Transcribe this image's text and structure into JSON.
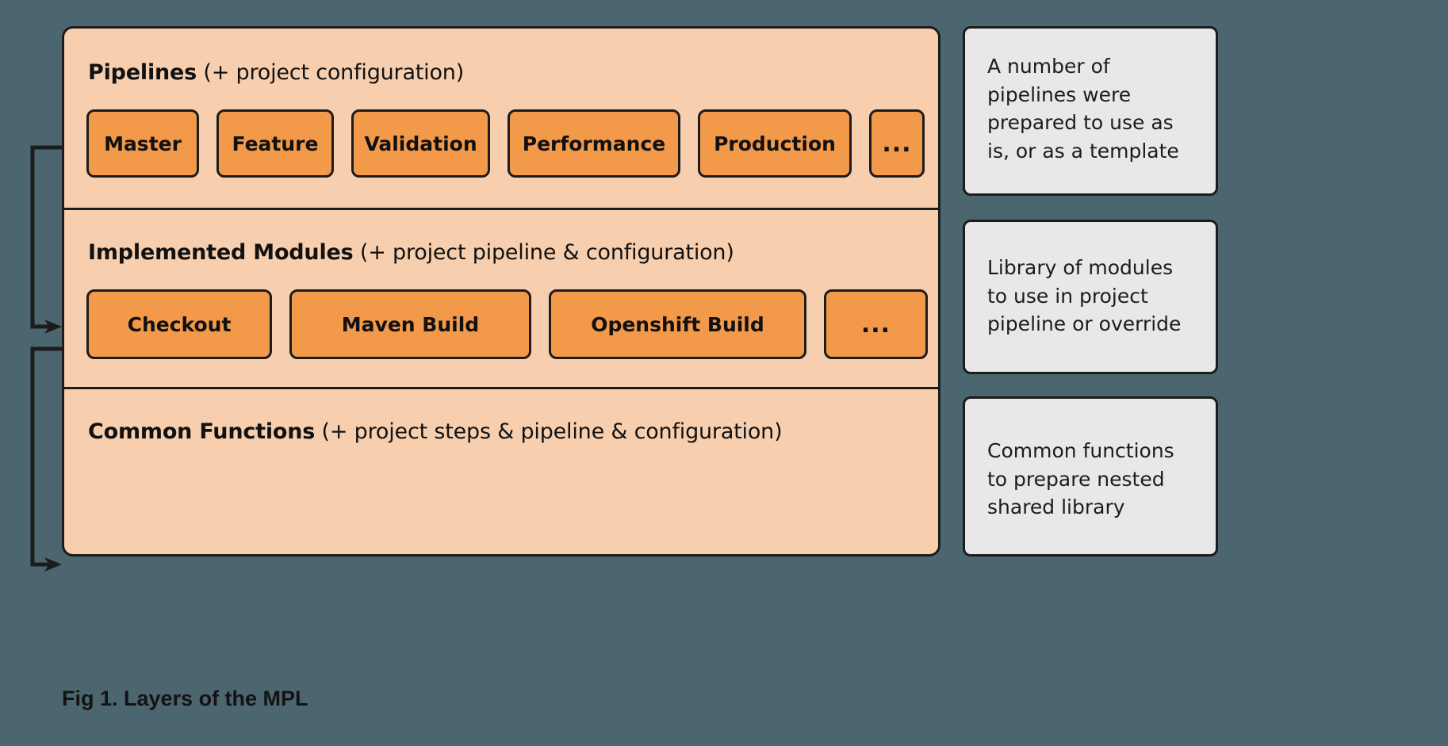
{
  "figure": {
    "caption": "Fig 1. Layers of the MPL",
    "background_color": "#4c6670",
    "panel_color": "#f7cfaf",
    "chip_color": "#f2994a",
    "note_color": "#e8e8e8",
    "stroke_color": "#1c1c1c"
  },
  "layers": [
    {
      "title_strong": "Pipelines",
      "title_light": " (+ project configuration)",
      "chips": [
        "Master",
        "Feature",
        "Validation",
        "Performance",
        "Production",
        "..."
      ]
    },
    {
      "title_strong": "Implemented Modules",
      "title_light": " (+ project pipeline & configuration)",
      "chips": [
        "Checkout",
        "Maven Build",
        "Openshift Build",
        "..."
      ]
    },
    {
      "title_strong": "Common Functions",
      "title_light": " (+ project steps & pipeline & configuration)",
      "chips": []
    }
  ],
  "notes": [
    {
      "text": "A number of pipelines were prepared to use as is, or as a template"
    },
    {
      "text": "Library of modules to use in project pipeline or override"
    },
    {
      "text": "Common functions to prepare nested shared library"
    }
  ]
}
